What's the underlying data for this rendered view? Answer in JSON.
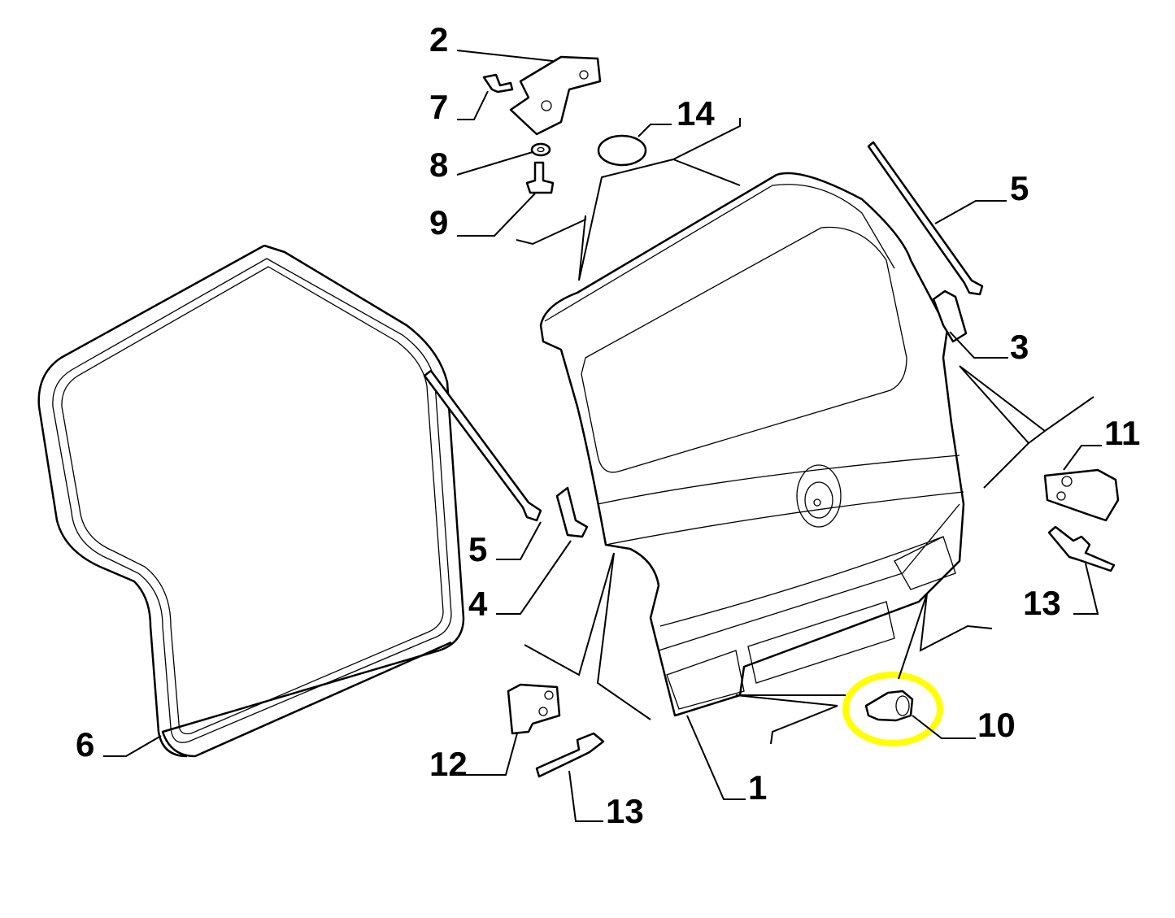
{
  "diagram": {
    "title_hidden": false,
    "highlight_color": "#ffff00",
    "labels": {
      "tailgate": "1",
      "hinge_upper": "2",
      "bracket": "3",
      "bracket_left": "4",
      "strut_right": "5",
      "strut_left": "5",
      "seal": "6",
      "bolt_7": "7",
      "washer": "8",
      "bolt_9": "9",
      "bumper_stop": "10",
      "hinge_right": "11",
      "hinge_left": "12",
      "pin_right": "13",
      "pin_left": "13",
      "o_ring": "14"
    }
  }
}
